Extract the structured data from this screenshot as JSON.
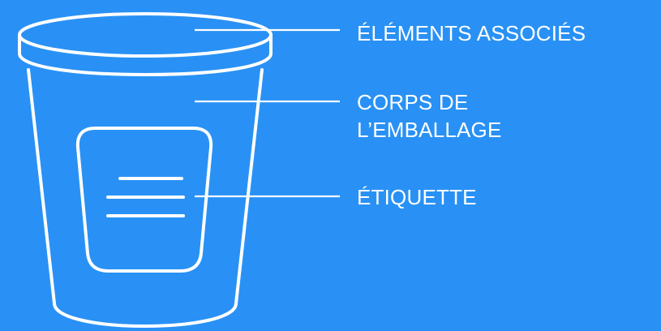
{
  "colors": {
    "background": "#2991f5",
    "stroke": "#ffffff"
  },
  "labels": {
    "associated_elements": "ÉLÉMENTS ASSOCIÉS",
    "packaging_body_line1": "CORPS DE",
    "packaging_body_line2": "L’EMBALLAGE",
    "label": "ÉTIQUETTE"
  },
  "icons": {
    "main": "cup-with-lid-icon",
    "label_lines": "text-lines-icon"
  }
}
